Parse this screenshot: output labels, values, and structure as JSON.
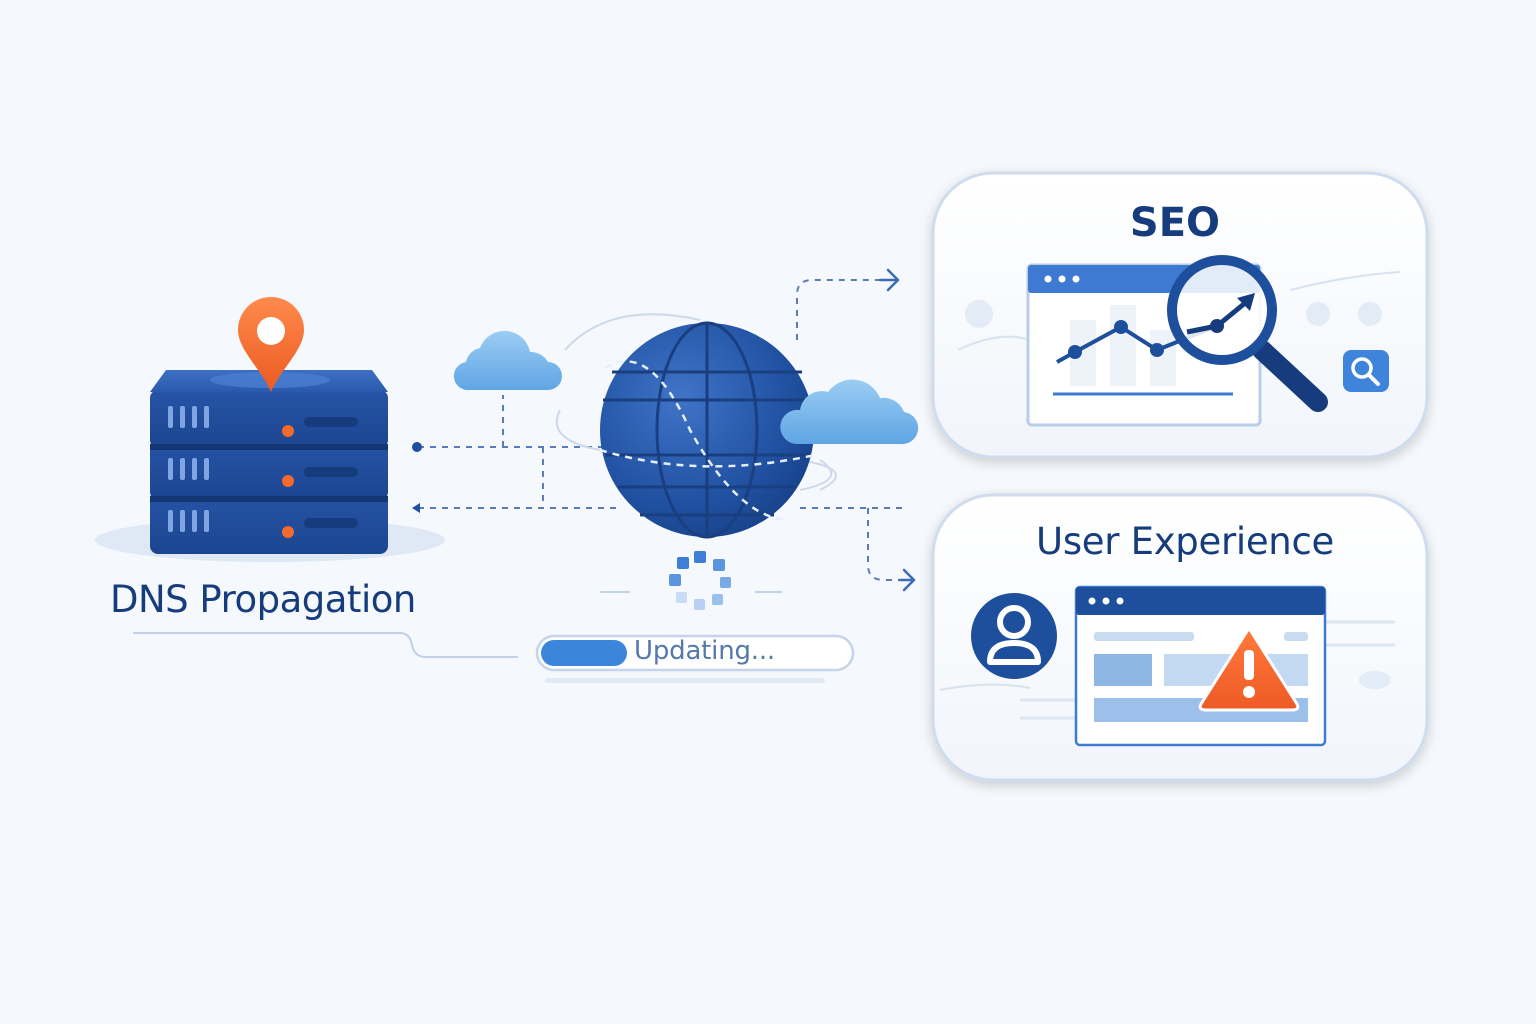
{
  "labels": {
    "dns": "DNS Propagation",
    "seo": "SEO",
    "user_experience": "User Experience"
  },
  "progress": {
    "text": "Updating...",
    "fraction": 0.28
  },
  "icons": [
    "map-pin-icon",
    "server-stack-icon",
    "cloud-icon",
    "globe-icon",
    "loading-spinner-icon",
    "browser-window-icon",
    "line-chart-icon",
    "magnifier-icon",
    "search-icon",
    "user-avatar-icon",
    "warning-icon",
    "arrow-right-icon"
  ],
  "colors": {
    "background": "#f5f8fc",
    "primary_blue": "#1d4f9c",
    "dark_blue": "#163c7d",
    "light_blue": "#6aaee8",
    "accent_orange": "#f26a2e"
  }
}
